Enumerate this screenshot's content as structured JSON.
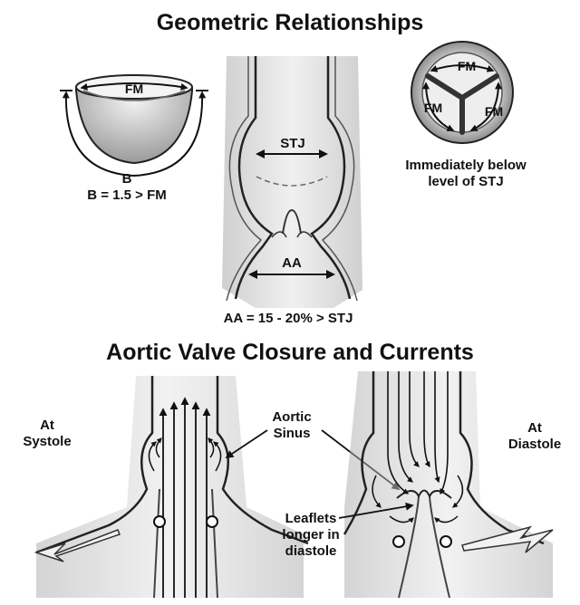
{
  "top_section": {
    "title": "Geometric Relationships",
    "bowl": {
      "fm_label": "FM",
      "base_label": "B",
      "equation": "B = 1.5 > FM"
    },
    "root": {
      "stj_label": "STJ",
      "aa_label": "AA",
      "equation": "AA = 15 - 20% > STJ"
    },
    "commissures": {
      "fm_top": "FM",
      "fm_left": "FM",
      "fm_right": "FM",
      "caption_line1": "Immediately below",
      "caption_line2": "level of STJ"
    }
  },
  "bottom_section": {
    "title": "Aortic Valve Closure and Currents",
    "systole_line1": "At",
    "systole_line2": "Systole",
    "sinus_line1": "Aortic",
    "sinus_line2": "Sinus",
    "leaflets_line1": "Leaflets",
    "leaflets_line2": "longer in",
    "leaflets_line3": "diastole",
    "diastole_line1": "At",
    "diastole_line2": "Diastole"
  }
}
